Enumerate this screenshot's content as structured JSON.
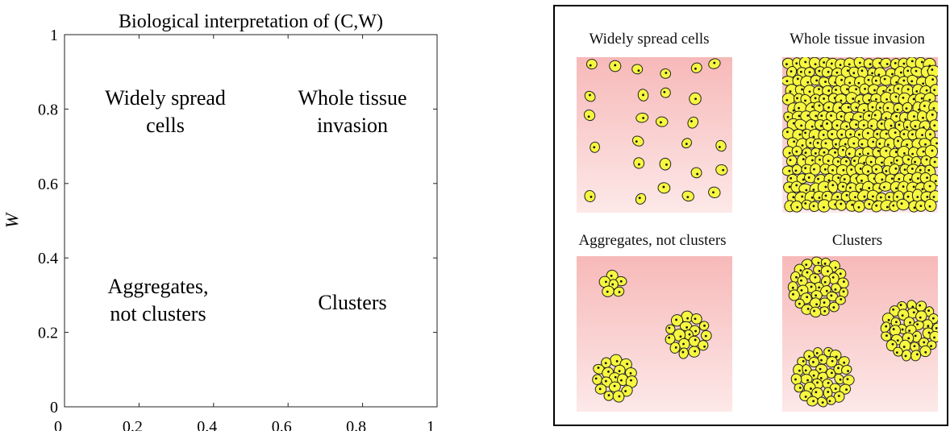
{
  "left_plot": {
    "title": "Biological interpretation of (C,W)",
    "ylabel": "W",
    "xticks": [
      "0",
      "0.2",
      "0.4",
      "0.6",
      "0.8",
      "1"
    ],
    "yticks": [
      "0",
      "0.2",
      "0.4",
      "0.6",
      "0.8",
      "1"
    ],
    "regions": {
      "top_left": [
        "Widely spread",
        "cells"
      ],
      "top_right": [
        "Whole tissue",
        "invasion"
      ],
      "bottom_left": [
        "Aggregates,",
        "not clusters"
      ],
      "bottom_right": [
        "Clusters"
      ]
    }
  },
  "right_panel": {
    "labels": {
      "widely_spread": "Widely spread cells",
      "whole_tissue": "Whole tissue invasion",
      "aggregates": "Aggregates, not clusters",
      "clusters": "Clusters"
    },
    "colors": {
      "cell_fill": "#f7f740",
      "cell_outline": "#222222",
      "nucleus": "#111111",
      "tissue_top": "#f7b9b9",
      "tissue_bottom": "#fde8e8"
    }
  }
}
